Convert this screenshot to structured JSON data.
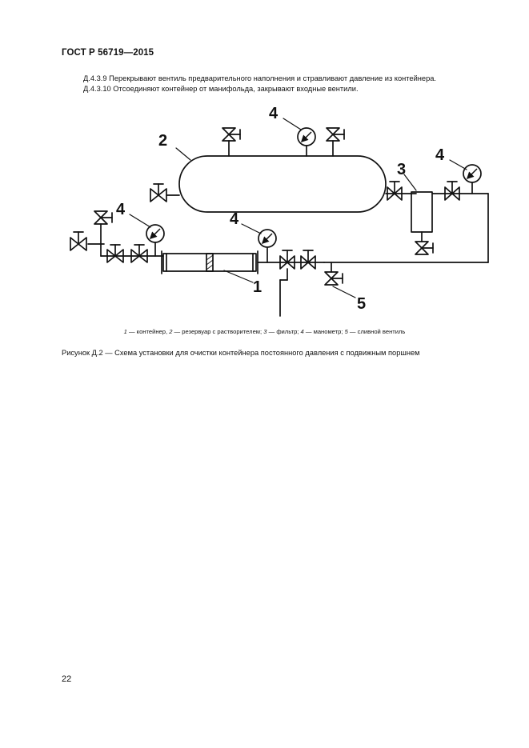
{
  "document": {
    "header": "ГОСТ Р 56719—2015",
    "paragraphs": [
      "Д.4.3.9 Перекрывают вентиль предварительного наполнения и стравливают давление из контейнера.",
      "Д.4.3.10 Отсоединяют контейнер от манифольда, закрывают входные вентили."
    ],
    "figure": {
      "callouts": {
        "container": "1",
        "solvent_reservoir": "2",
        "filter": "3",
        "gauge_top": "4",
        "gauge_right": "4",
        "gauge_left": "4",
        "gauge_middle": "4",
        "drain_valve": "5"
      },
      "legend": [
        {
          "num": "1",
          "sep": " — ",
          "text": "контейнер, "
        },
        {
          "num": "2",
          "sep": " — ",
          "text": "резервуар с растворителем; "
        },
        {
          "num": "3",
          "sep": " — ",
          "text": "фильтр; "
        },
        {
          "num": "4",
          "sep": " — ",
          "text": "манометр; "
        },
        {
          "num": "5",
          "sep": " — ",
          "text": "сливной вентиль"
        }
      ],
      "caption": "Рисунок Д.2 — Схема установки для очистки контейнера постоянного давления с подвижным поршнем"
    },
    "page_number": "22"
  }
}
